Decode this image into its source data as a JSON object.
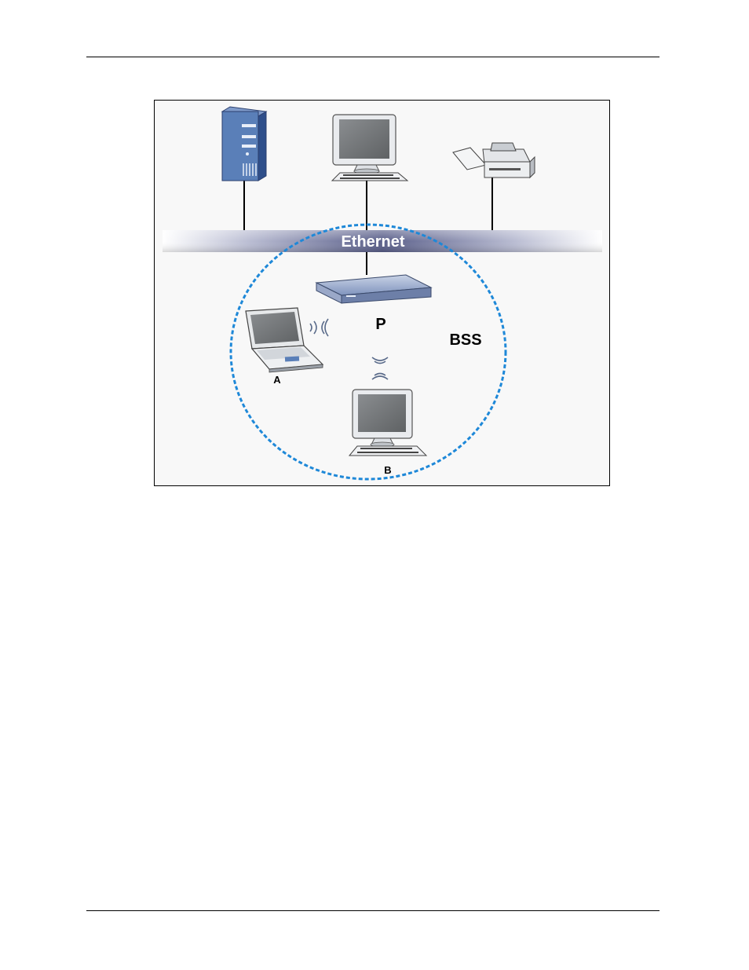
{
  "diagram": {
    "backbone_label": "Ethernet",
    "access_point_label": "P",
    "bss_label": "BSS",
    "station_a_label": "A",
    "station_b_label": "B"
  },
  "colors": {
    "bss_boundary": "#1e88d8",
    "backbone_band": "#5a5f8a",
    "device_blue": "#5a7fb8",
    "screen_gray": "#6e7173"
  }
}
